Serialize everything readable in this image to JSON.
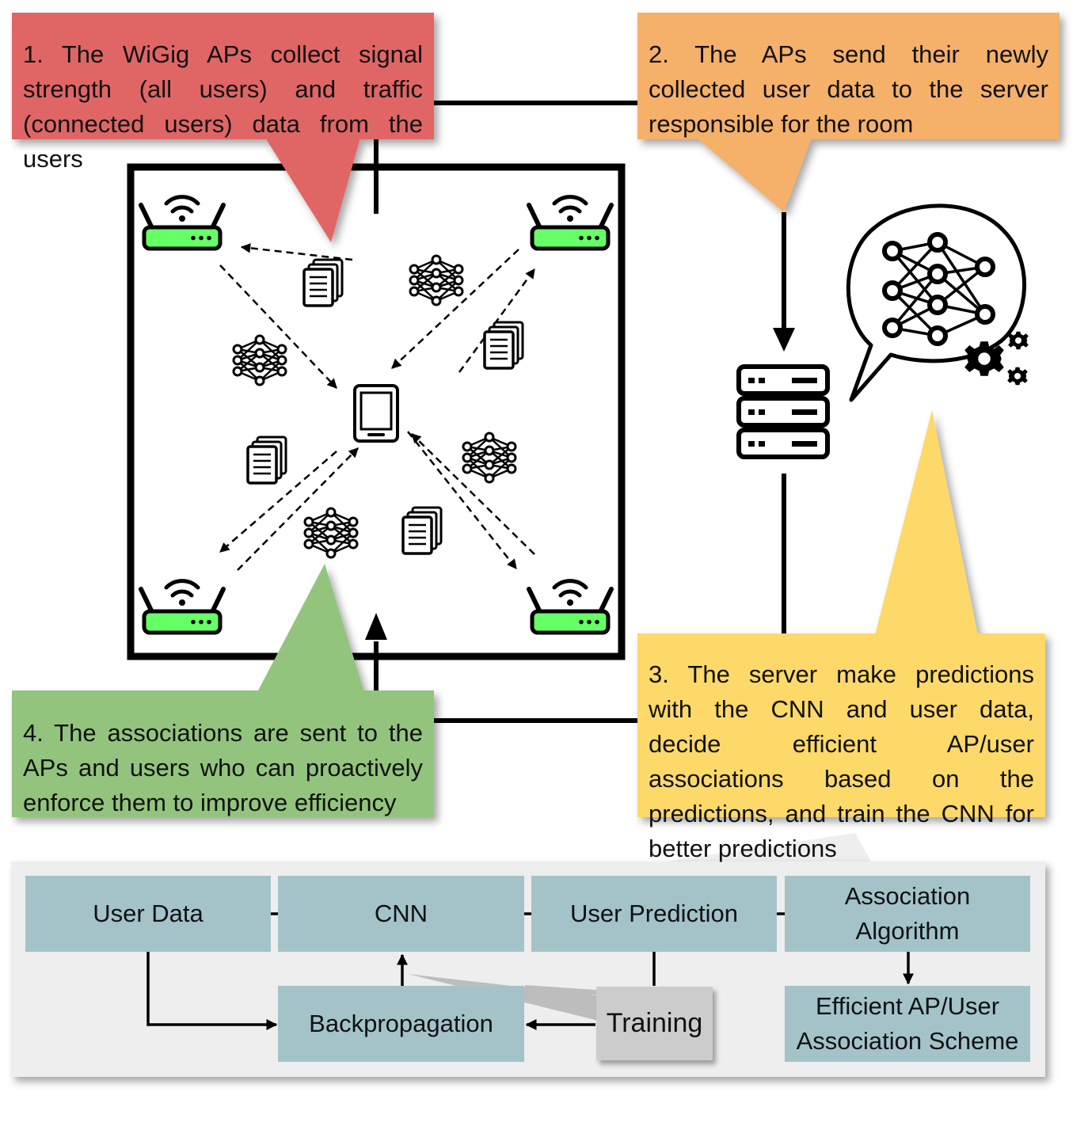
{
  "callouts": {
    "step1": "1. The WiGig APs collect signal strength (all users) and traffic (connected users) data from the users",
    "step2": "2. The APs send their newly collected user data to the server responsible for the room",
    "step3": "3. The server make predictions with the CNN and user data, decide efficient AP/user associations based on the predictions, and train the CNN for better predictions",
    "step4": "4. The associations are sent to the APs and users who can proactively enforce them to improve efficiency"
  },
  "flow": {
    "user_data": "User Data",
    "cnn": "CNN",
    "user_prediction": "User Prediction",
    "association_algorithm": "Association Algorithm",
    "efficient_scheme": "Efficient AP/User Association Scheme",
    "backpropagation": "Backpropagation",
    "training": "Training"
  },
  "colors": {
    "step1": "#e06666",
    "step2": "#f5b06b",
    "step3": "#fdd96b",
    "step4": "#93c47d",
    "flow_box": "#a3c3c9",
    "training": "#cccccc",
    "panel": "#eeeeee",
    "ap_led": "#66ff66"
  },
  "icons": {
    "access_point": "wifi-router-icon",
    "user_device": "tablet-icon",
    "data": "documents-icon",
    "model": "neural-network-icon",
    "server": "server-rack-icon",
    "thought": "speech-bubble-icon",
    "gears": "gears-icon"
  }
}
